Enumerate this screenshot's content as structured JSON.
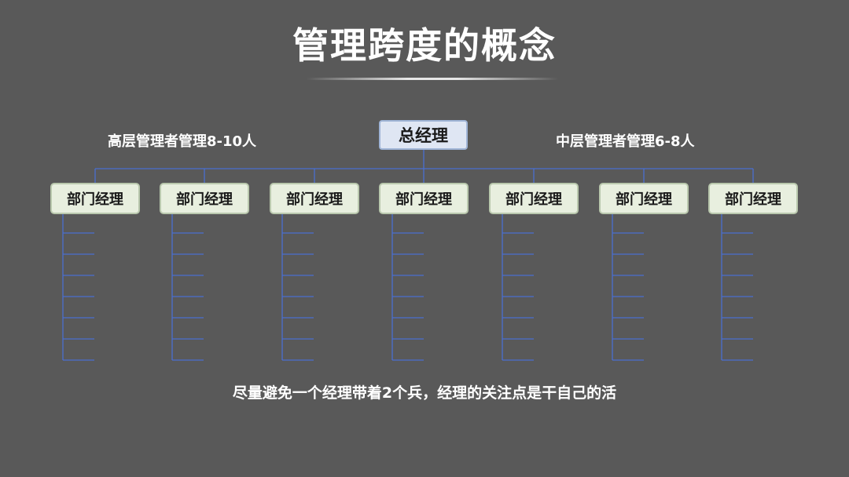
{
  "title": "管理跨度的概念",
  "left_label": "高层管理者管理8-10人",
  "right_label": "中层管理者管理6-8人",
  "ceo": "总经理",
  "departments": [
    "部门经理",
    "部门经理",
    "部门经理",
    "部门经理",
    "部门经理",
    "部门经理",
    "部门经理"
  ],
  "subordinates_per_department": 7,
  "note": "尽量避免一个经理带着2个兵，经理的关注点是干自己的活",
  "colors": {
    "background": "#595959",
    "connector": "#4a6fd0",
    "ceo_box_fill": "#dfe6f3",
    "dept_box_fill": "#e8efdf"
  }
}
